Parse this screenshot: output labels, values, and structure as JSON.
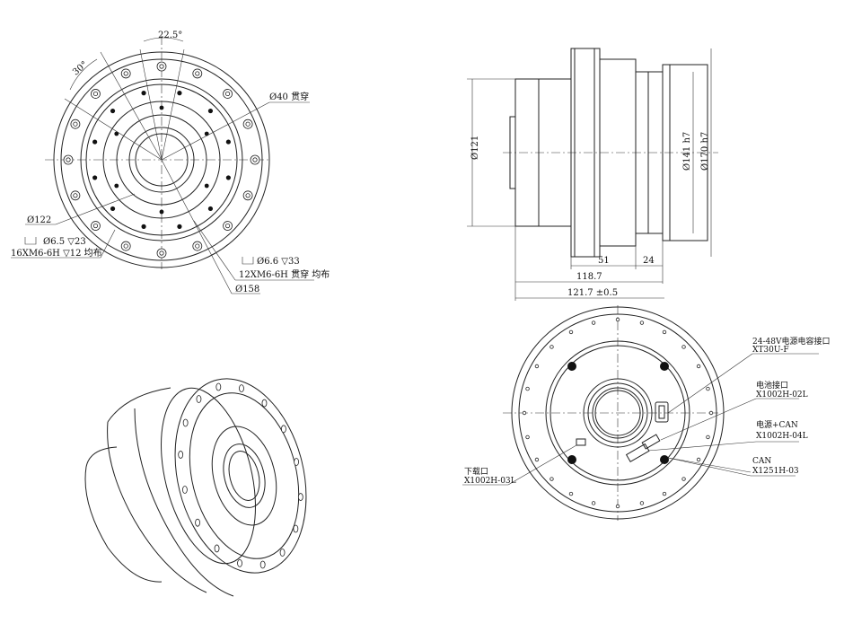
{
  "front_view": {
    "angle_labels": [
      "22.5°",
      "30°"
    ],
    "bore_label": "Ø40 贯穿",
    "dim_122": "Ø122",
    "hole_depth": "Ø6.5 ▽23",
    "thread_left": "16XM6-6H ▽12  均布",
    "hole_depth_right": "Ø6.6 ▽33",
    "thread_right": "12XM6-6H 贯穿  均布",
    "dim_158": "Ø158"
  },
  "side_view": {
    "dia_121": "Ø121",
    "dia_141": "Ø141 h7",
    "dia_170": "Ø170 h7",
    "len_51": "51",
    "len_24": "24",
    "len_118": "118.7",
    "len_121": "121.7 ±0.5"
  },
  "rear_view": {
    "power_label": "24-48V电源电容接口",
    "power_code": "XT30U-F",
    "battery_label": "电池接口",
    "battery_code": "X1002H-02L",
    "powercan_label": "电源+CAN",
    "powercan_code": "X1002H-04L",
    "can_label": "CAN",
    "can_code": "X1251H-03",
    "download_label": "下载口",
    "download_code": "X1002H-03L"
  }
}
